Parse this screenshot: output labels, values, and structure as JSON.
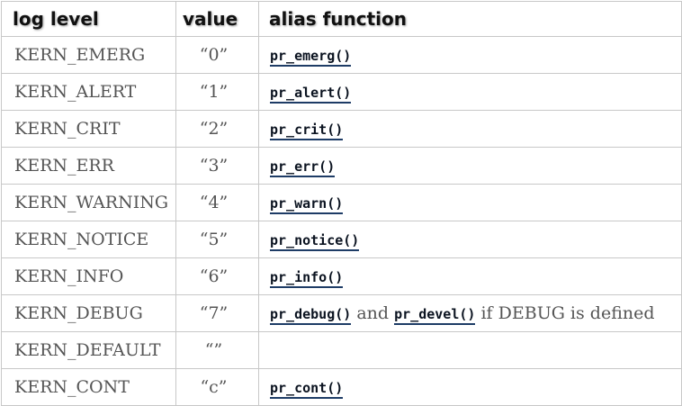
{
  "headers": {
    "level": "log level",
    "value": "value",
    "alias": "alias function"
  },
  "rows": [
    {
      "level": "KERN_EMERG",
      "value": "“0”",
      "fn1": "pr_emerg()"
    },
    {
      "level": "KERN_ALERT",
      "value": "“1”",
      "fn1": "pr_alert()"
    },
    {
      "level": "KERN_CRIT",
      "value": "“2”",
      "fn1": "pr_crit()"
    },
    {
      "level": "KERN_ERR",
      "value": "“3”",
      "fn1": "pr_err()"
    },
    {
      "level": "KERN_WARNING",
      "value": "“4”",
      "fn1": "pr_warn()"
    },
    {
      "level": "KERN_NOTICE",
      "value": "“5”",
      "fn1": "pr_notice()"
    },
    {
      "level": "KERN_INFO",
      "value": "“6”",
      "fn1": "pr_info()"
    },
    {
      "level": "KERN_DEBUG",
      "value": "“7”",
      "fn1": "pr_debug()",
      "conj": " and ",
      "fn2": "pr_devel()",
      "suffix": " if DEBUG is defined"
    },
    {
      "level": "KERN_DEFAULT",
      "value": "“”"
    },
    {
      "level": "KERN_CONT",
      "value": "“c”",
      "fn1": "pr_cont()"
    }
  ]
}
